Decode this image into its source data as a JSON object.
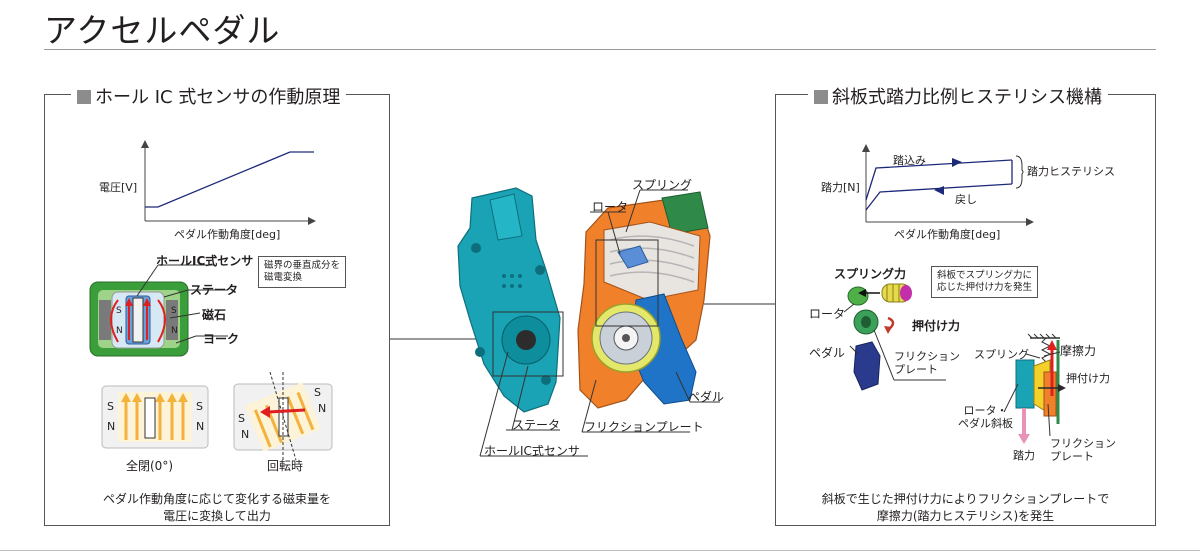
{
  "page": {
    "title": "アクセルペダル"
  },
  "left_panel": {
    "title": "ホール IC 式センサの作動原理",
    "graph": {
      "ylabel": "電圧[V]",
      "xlabel": "ペダル作動角度[deg]"
    },
    "labels": {
      "hall_ic_sensor": "ホールIC式センサ",
      "note_line1": "磁界の垂直成分を",
      "note_line2": "磁電変換",
      "stator": "ステータ",
      "magnet": "磁石",
      "yoke": "ヨーク",
      "pole_s": "S",
      "pole_n": "N",
      "closed": "全閉(0°)",
      "rotating": "回転時"
    },
    "caption_line1": "ペダル作動角度に応じて変化する磁束量を",
    "caption_line2": "電圧に変換して出力"
  },
  "center": {
    "labels": {
      "spring": "スプリング",
      "rotor": "ロータ",
      "pedal": "ペダル",
      "stator": "ステータ",
      "friction_plate": "フリクションプレート",
      "hall_ic_sensor": "ホールIC式センサ"
    }
  },
  "right_panel": {
    "title": "斜板式踏力比例ヒステリシス機構",
    "graph": {
      "ylabel": "踏力[N]",
      "xlabel": "ペダル作動角度[deg]",
      "press": "踏込み",
      "return": "戻し",
      "hysteresis": "踏力ヒステリシス"
    },
    "labels": {
      "spring_force": "スプリング力",
      "note_line1": "斜板でスプリング力に",
      "note_line2": "応じた押付け力を発生",
      "rotor": "ロータ",
      "pressing_force": "押付け力",
      "pedal": "ペダル",
      "friction_plate_1": "フリクション",
      "friction_plate_2": "プレート",
      "spring": "スプリング",
      "friction_force": "摩擦力",
      "pressing_force_2": "押付け力",
      "rotor_pedal_1": "ロータ・",
      "rotor_pedal_2": "ペダル斜板",
      "pedal_force": "踏力",
      "friction_plate_3": "フリクション",
      "friction_plate_4": "プレート"
    },
    "caption_line1": "斜板で生じた押付け力によりフリクションプレートで",
    "caption_line2": "摩擦力(踏力ヒステリシス)を発生"
  },
  "colors": {
    "sensor_body": "#1aa3b4",
    "pedal_body": "#f0812a",
    "pedal_arm": "#1f74c7",
    "graph_line": "#1d2a7a"
  }
}
